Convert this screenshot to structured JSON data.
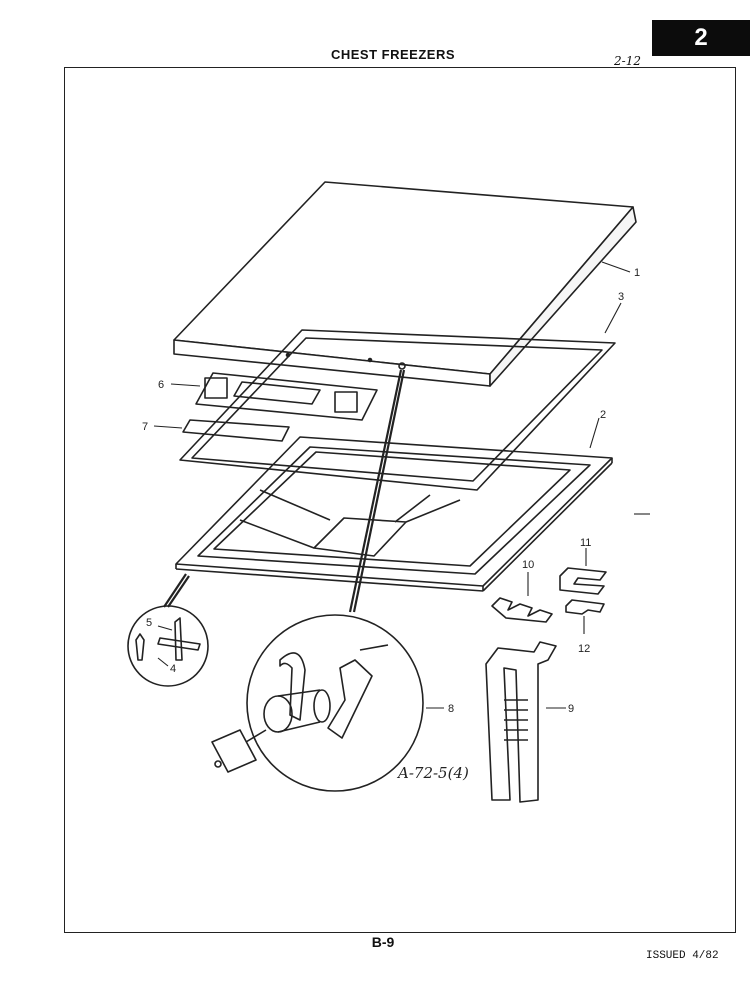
{
  "header": {
    "title": "CHEST FREEZERS",
    "section_tab": "2",
    "handwritten_note": "2-12"
  },
  "diagram": {
    "callouts": [
      "1",
      "2",
      "3",
      "4",
      "5",
      "6",
      "7",
      "8",
      "9",
      "10",
      "11",
      "12"
    ],
    "reference_code": "A-72-5(4)"
  },
  "footer": {
    "page_code": "B-9",
    "issued": "ISSUED 4/82"
  }
}
